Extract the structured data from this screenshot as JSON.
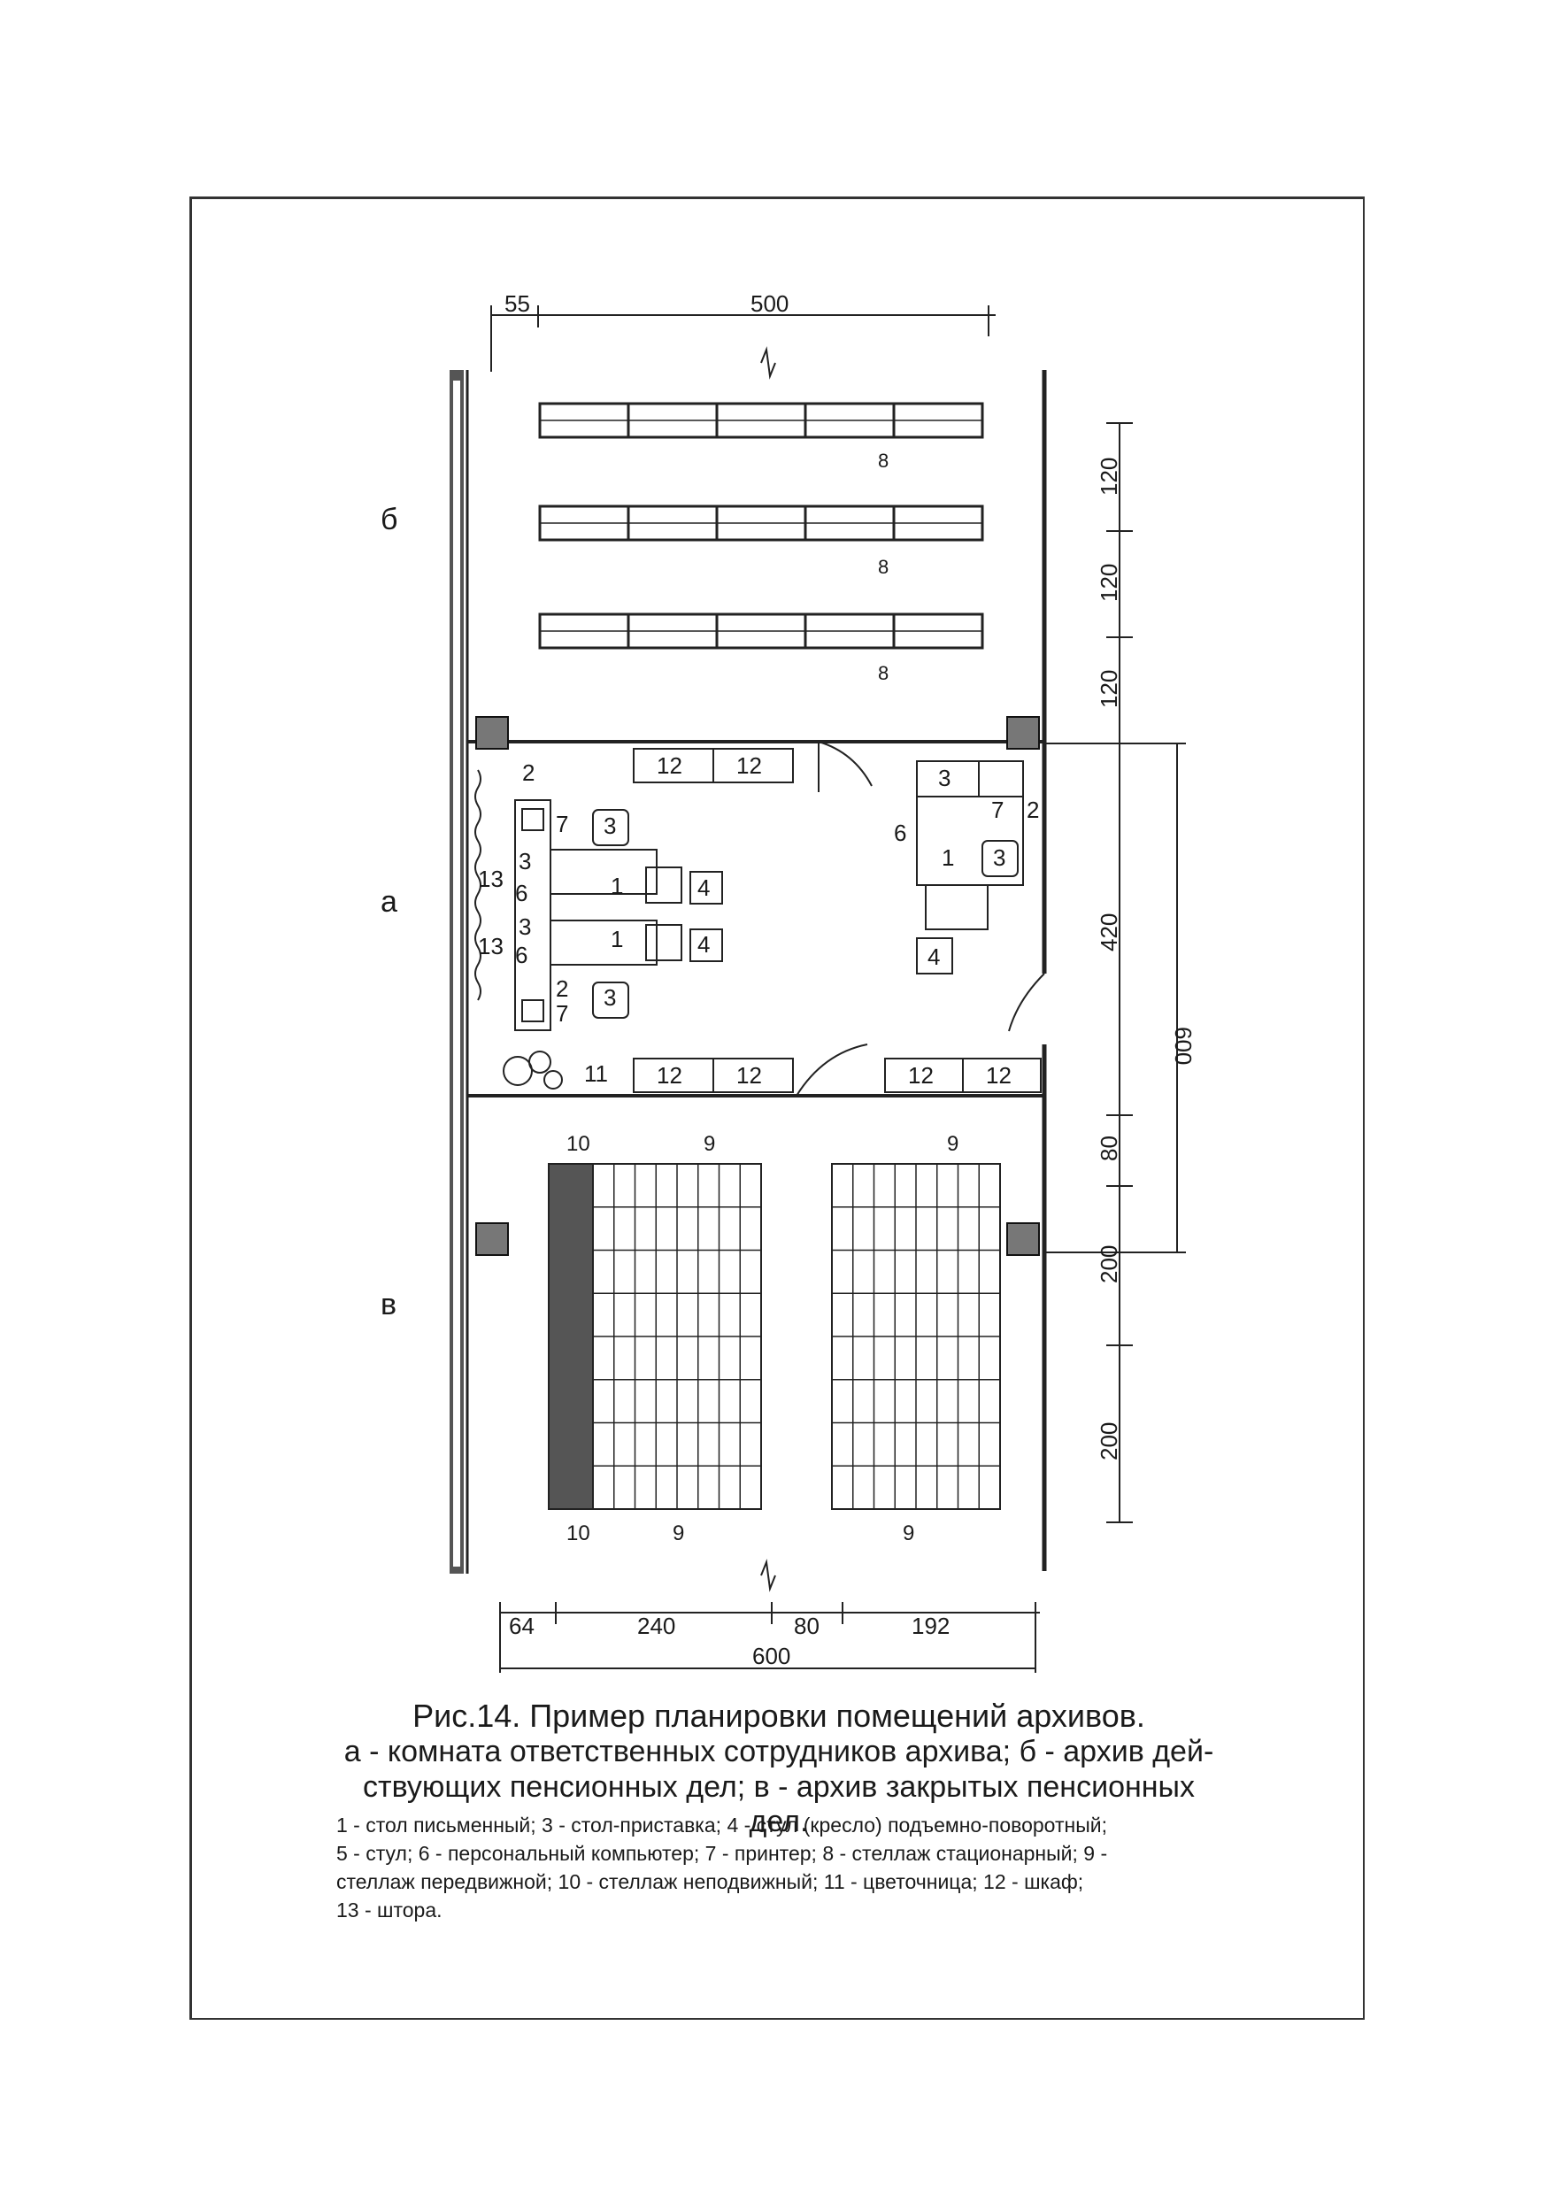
{
  "figure": {
    "caption_title": "Рис.14. Пример планировки помещений архивов.",
    "caption_line_1": "а - комната ответственных сотрудников архива; б - архив дей-",
    "caption_line_2": "ствующих пенсионных дел; в - архив закрытых пенсионных дел.",
    "legend_line_1": "1 - стол письменный; 3 - стол-приставка; 4 - стул (кресло) подъемно-поворотный;",
    "legend_line_2": "5 - стул; 6 - персональный компьютер; 7 - принтер; 8 - стеллаж стационарный; 9 -",
    "legend_line_3": "стеллаж передвижной; 10 - стеллаж неподвижный; 11 - цветочница; 12 - шкаф;",
    "legend_line_4": "13 - штора."
  },
  "rooms": {
    "b": "б",
    "a": "а",
    "v": "в"
  },
  "dimensions": {
    "top_left": "55",
    "top_main": "500",
    "right_1": "120",
    "right_2": "120",
    "right_3": "120",
    "right_4": "420",
    "right_5": "80",
    "right_6": "200",
    "right_7": "200",
    "right_outer": "600",
    "bottom_1": "64",
    "bottom_2": "240",
    "bottom_3": "80",
    "bottom_4": "192",
    "bottom_total": "600"
  },
  "labels": {
    "shelf_8": "8",
    "cabinet_12": "12",
    "mobile_9": "9",
    "fixed_10": "10",
    "n1": "1",
    "n2": "2",
    "n3": "3",
    "n4": "4",
    "n6": "6",
    "n7": "7",
    "n11": "11",
    "n13": "13"
  }
}
